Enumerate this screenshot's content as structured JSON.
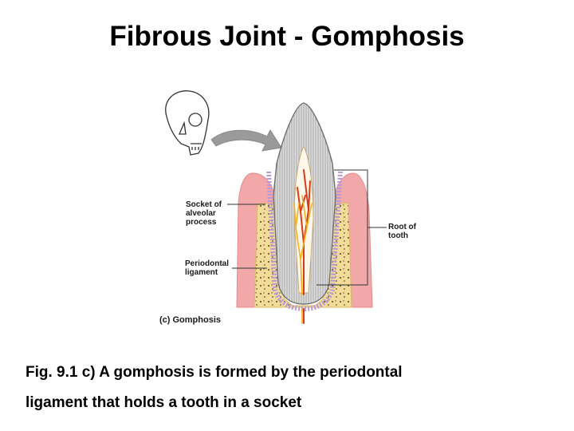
{
  "slide": {
    "title": "Fibrous Joint - Gomphosis"
  },
  "figure": {
    "labels": {
      "socket": [
        "Socket of",
        "alveolar",
        "process"
      ],
      "ligament": [
        "Periodontal",
        "ligament"
      ],
      "root": [
        "Root of",
        "tooth"
      ],
      "panel": "(c)  Gomphosis"
    },
    "colors": {
      "gum": "#f2a8a8",
      "bone": "#f3dc9a",
      "enamel": "#d6d6d6",
      "pulp_vessel": "#d83a1a",
      "nerve": "#f0b020",
      "arrow": "#9a9a9a"
    },
    "icons": [
      "skull-icon",
      "arrow-icon"
    ]
  },
  "caption": {
    "line1": "Fig. 9.1  c) A gomphosis is formed by the periodontal",
    "line2": "ligament that holds a tooth in a socket"
  }
}
